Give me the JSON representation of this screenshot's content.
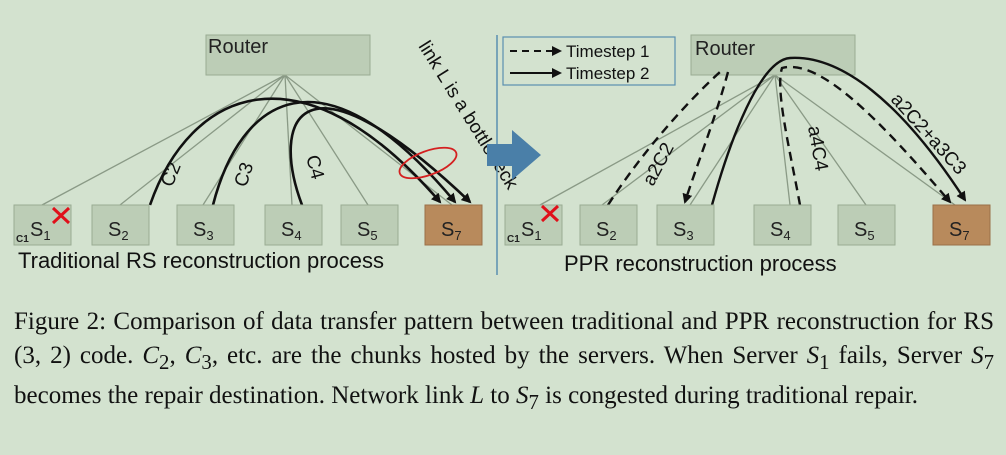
{
  "left": {
    "router_label": "Router",
    "servers": [
      {
        "name": "S",
        "sub": "1",
        "prefix": "C1",
        "failed": true
      },
      {
        "name": "S",
        "sub": "2"
      },
      {
        "name": "S",
        "sub": "3"
      },
      {
        "name": "S",
        "sub": "4"
      },
      {
        "name": "S",
        "sub": "5"
      },
      {
        "name": "S",
        "sub": "7",
        "destination": true
      }
    ],
    "edge_labels": {
      "c2": "C2",
      "c3": "C3",
      "c4": "C4"
    },
    "bottleneck_label": "link L is a bottleneck",
    "title": "Traditional RS reconstruction process"
  },
  "right": {
    "router_label": "Router",
    "legend": [
      {
        "label": "Timestep 1",
        "style": "dashed"
      },
      {
        "label": "Timestep 2",
        "style": "solid"
      }
    ],
    "servers": [
      {
        "name": "S",
        "sub": "1",
        "prefix": "C1",
        "failed": true
      },
      {
        "name": "S",
        "sub": "2"
      },
      {
        "name": "S",
        "sub": "3"
      },
      {
        "name": "S",
        "sub": "4"
      },
      {
        "name": "S",
        "sub": "5"
      },
      {
        "name": "S",
        "sub": "7",
        "destination": true
      }
    ],
    "edge_labels": {
      "a2c2": "a2C2",
      "a4c4": "a4C4",
      "sum": "a2C2+a3C3"
    },
    "title": "PPR reconstruction process"
  },
  "caption": {
    "p1": "Figure 2: Comparison of data transfer pattern between traditional and PPR reconstruction for RS (3, 2) code. ",
    "c2": "C",
    "c2sub": "2",
    "p2": ", ",
    "c3": "C",
    "c3sub": "3",
    "p3": ", etc. are the chunks hosted by the servers. When Server ",
    "s1": "S",
    "s1sub": "1",
    "p4": " fails, Server ",
    "s7a": "S",
    "s7asub": "7",
    "p5": " becomes the repair destination. Network link ",
    "l": "L",
    "p6": " to ",
    "s7b": "S",
    "s7bsub": "7",
    "p7": " is congested during traditional repair."
  },
  "colors": {
    "background": "#d3e2cf",
    "box_fill": "#bccdb6",
    "box_stroke": "#9aac93",
    "destination_fill": "#b88a5c",
    "fail_mark": "#e0101a",
    "arrow_blue": "#4a7fa8",
    "divider": "#5a8fb0",
    "bottleneck_circle": "#d42020"
  }
}
